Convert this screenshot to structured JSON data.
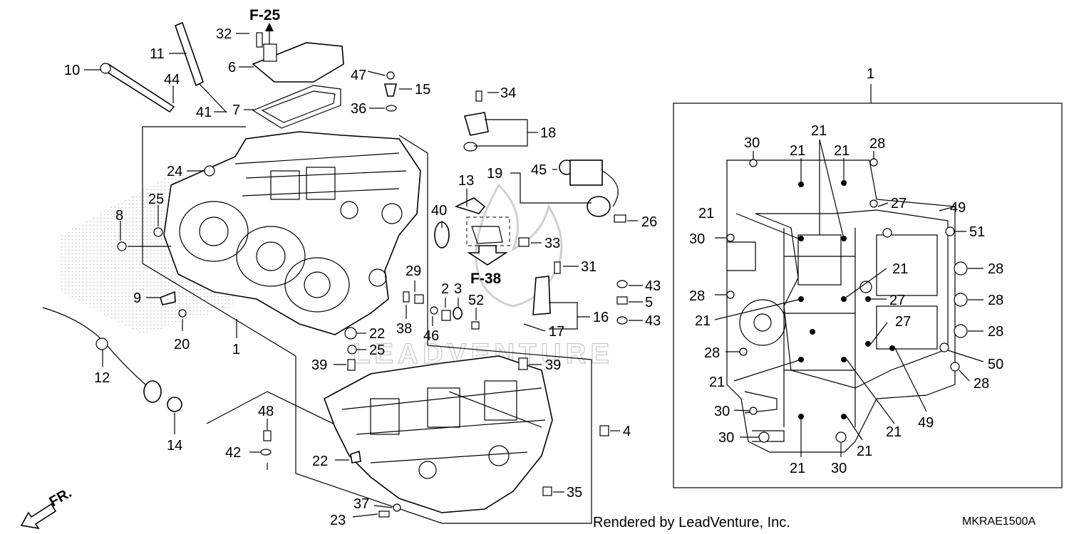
{
  "labels": [
    {
      "id": "l10",
      "text": "10"
    },
    {
      "id": "l11",
      "text": "11"
    },
    {
      "id": "l44",
      "text": "44"
    },
    {
      "id": "l41",
      "text": "41"
    },
    {
      "id": "l32",
      "text": "32"
    },
    {
      "id": "l6",
      "text": "6"
    },
    {
      "id": "l7",
      "text": "7"
    },
    {
      "id": "l47",
      "text": "47"
    },
    {
      "id": "l15",
      "text": "15"
    },
    {
      "id": "l36",
      "text": "36"
    },
    {
      "id": "l34",
      "text": "34"
    },
    {
      "id": "l18",
      "text": "18"
    },
    {
      "id": "l24",
      "text": "24"
    },
    {
      "id": "l25a",
      "text": "25"
    },
    {
      "id": "l8",
      "text": "8"
    },
    {
      "id": "l13",
      "text": "13"
    },
    {
      "id": "l19",
      "text": "19"
    },
    {
      "id": "l45",
      "text": "45"
    },
    {
      "id": "l26",
      "text": "26"
    },
    {
      "id": "l40",
      "text": "40"
    },
    {
      "id": "l33",
      "text": "33"
    },
    {
      "id": "l31",
      "text": "31"
    },
    {
      "id": "l43a",
      "text": "43"
    },
    {
      "id": "l5",
      "text": "5"
    },
    {
      "id": "l43b",
      "text": "43"
    },
    {
      "id": "l16",
      "text": "16"
    },
    {
      "id": "l17",
      "text": "17"
    },
    {
      "id": "l29",
      "text": "29"
    },
    {
      "id": "l2",
      "text": "2"
    },
    {
      "id": "l3",
      "text": "3"
    },
    {
      "id": "l52",
      "text": "52"
    },
    {
      "id": "l38",
      "text": "38"
    },
    {
      "id": "l46",
      "text": "46"
    },
    {
      "id": "l9",
      "text": "9"
    },
    {
      "id": "l20",
      "text": "20"
    },
    {
      "id": "l1a",
      "text": "1"
    },
    {
      "id": "l22a",
      "text": "22"
    },
    {
      "id": "l25b",
      "text": "25"
    },
    {
      "id": "l39a",
      "text": "39"
    },
    {
      "id": "l39b",
      "text": "39"
    },
    {
      "id": "l12",
      "text": "12"
    },
    {
      "id": "l14",
      "text": "14"
    },
    {
      "id": "l48",
      "text": "48"
    },
    {
      "id": "l42",
      "text": "42"
    },
    {
      "id": "l22b",
      "text": "22"
    },
    {
      "id": "l4",
      "text": "4"
    },
    {
      "id": "l35",
      "text": "35"
    },
    {
      "id": "l37",
      "text": "37"
    },
    {
      "id": "l23",
      "text": "23"
    },
    {
      "id": "r1",
      "text": "1"
    },
    {
      "id": "r30a",
      "text": "30"
    },
    {
      "id": "r21a",
      "text": "21"
    },
    {
      "id": "r21b",
      "text": "21"
    },
    {
      "id": "r21c",
      "text": "21"
    },
    {
      "id": "r28a",
      "text": "28"
    },
    {
      "id": "r27a",
      "text": "27"
    },
    {
      "id": "r49a",
      "text": "49"
    },
    {
      "id": "r21d",
      "text": "21"
    },
    {
      "id": "r30b",
      "text": "30"
    },
    {
      "id": "r51",
      "text": "51"
    },
    {
      "id": "r21e",
      "text": "21"
    },
    {
      "id": "r28b",
      "text": "28"
    },
    {
      "id": "r28c",
      "text": "28"
    },
    {
      "id": "r27b",
      "text": "27"
    },
    {
      "id": "r28d",
      "text": "28"
    },
    {
      "id": "r21f",
      "text": "21"
    },
    {
      "id": "r27c",
      "text": "27"
    },
    {
      "id": "r28e",
      "text": "28"
    },
    {
      "id": "r28f",
      "text": "28"
    },
    {
      "id": "r50",
      "text": "50"
    },
    {
      "id": "r21g",
      "text": "21"
    },
    {
      "id": "r28g",
      "text": "28"
    },
    {
      "id": "r30c",
      "text": "30"
    },
    {
      "id": "r21h",
      "text": "21"
    },
    {
      "id": "r49b",
      "text": "49"
    },
    {
      "id": "r30d",
      "text": "30"
    },
    {
      "id": "r21i",
      "text": "21"
    },
    {
      "id": "r21j",
      "text": "21"
    },
    {
      "id": "r30e",
      "text": "30"
    }
  ],
  "refs": {
    "f25": "F-25",
    "f38": "F-38"
  },
  "direction_label": "FR.",
  "watermark": "LEADVENTURE",
  "footer": {
    "rendered_by": "Rendered by LeadVenture, Inc.",
    "diagram_code": "MKRAE1500A"
  }
}
